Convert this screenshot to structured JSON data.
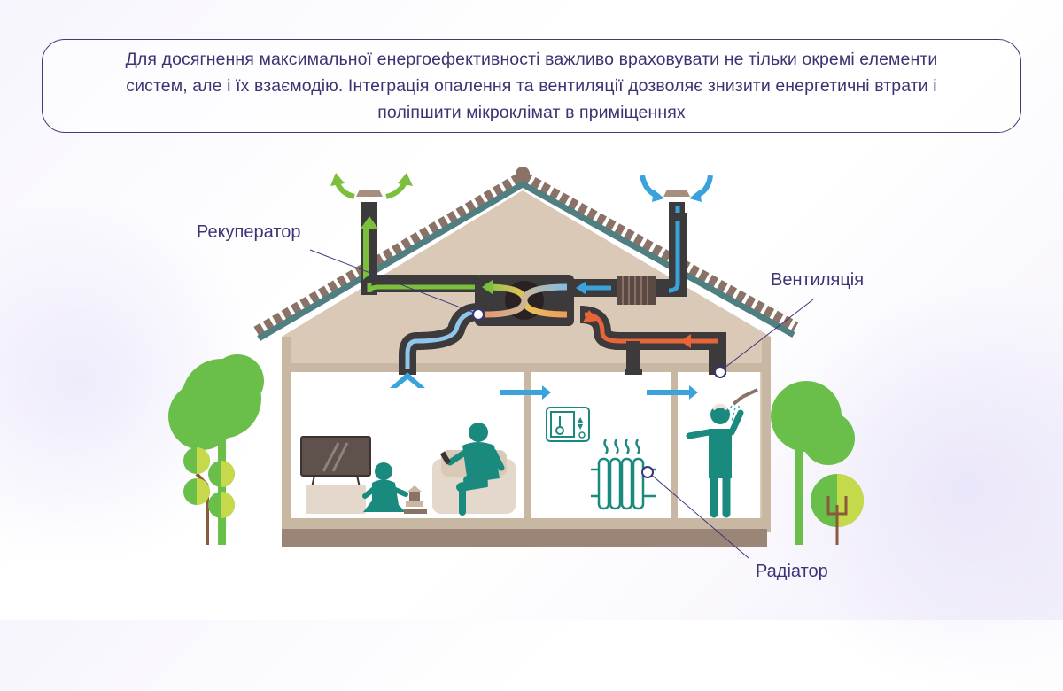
{
  "intro": {
    "text": "Для досягнення максимальної енергоефективності важливо враховувати не тільки окремі елементи систем, але і їх взаємодію. Інтеграція опалення та вентиляції дозволяє знизити енергетичні втрати і поліпшити мікроклімат в приміщеннях"
  },
  "labels": {
    "recuperator": "Рекуператор",
    "ventilation": "Вентиляція",
    "radiator": "Радіатор"
  },
  "colors": {
    "text": "#3b3577",
    "exhaust_green": "#7bbf3c",
    "fresh_blue": "#3aa3dc",
    "warm_orange": "#e8653a",
    "duct": "#3d3a3b",
    "wall": "#c8b7a3",
    "interior": "#ffffff",
    "roof_trim": "#4f7f80",
    "roof_tiles": "#8a7266",
    "people_teal": "#1a8a7e",
    "tree_green": "#6abf4b"
  }
}
